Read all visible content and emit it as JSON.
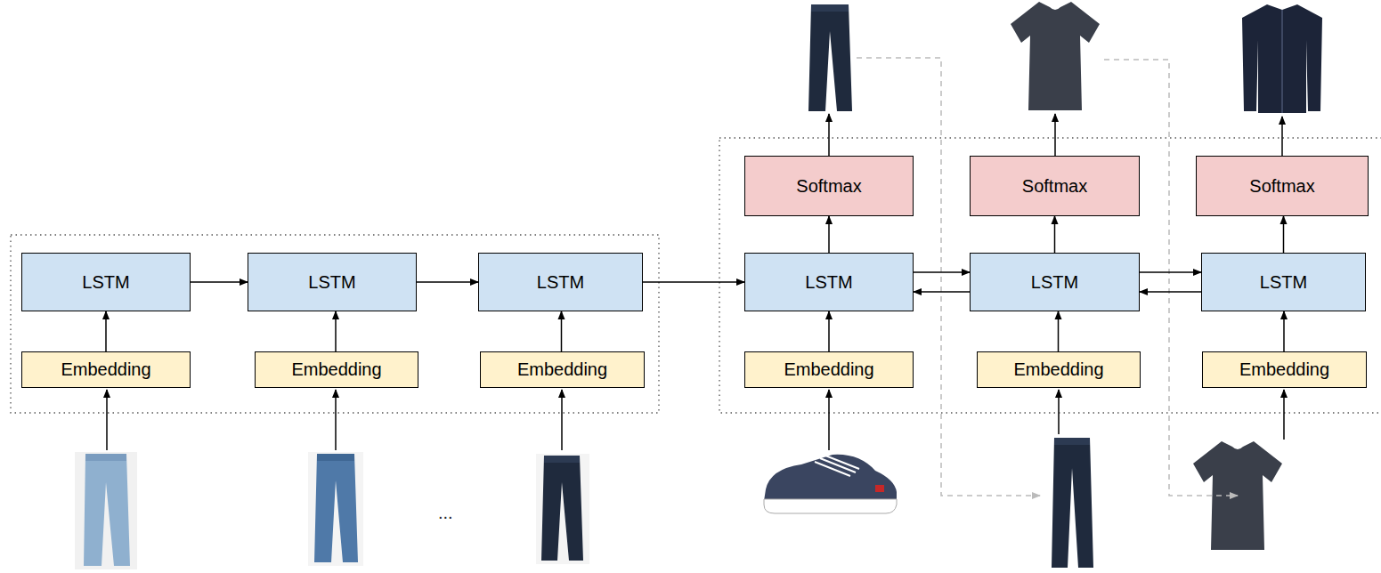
{
  "diagram": {
    "nodes": [
      {
        "text": [
          "Softmax"
        ]
      },
      {
        "text": [
          "Softmax"
        ]
      },
      {
        "text": [
          "Softmax"
        ]
      },
      {
        "text": [
          "LSTM"
        ]
      },
      {
        "text": [
          "LSTM"
        ]
      },
      {
        "text": [
          "LSTM"
        ]
      },
      {
        "text": [
          "LSTM"
        ]
      },
      {
        "text": [
          "LSTM"
        ]
      },
      {
        "text": [
          "LSTM"
        ]
      },
      {
        "text": [
          "Embedding"
        ]
      },
      {
        "text": [
          "Embedding"
        ]
      },
      {
        "text": [
          "Embedding"
        ]
      },
      {
        "text": [
          "Embedding"
        ]
      },
      {
        "text": [
          "Embedding"
        ]
      },
      {
        "text": [
          "Embedding"
        ]
      }
    ],
    "edges": [
      {
        "from": 9,
        "to": 3,
        "arrow": "to"
      },
      {
        "from": 10,
        "to": 4,
        "arrow": "to"
      },
      {
        "from": 11,
        "to": 5,
        "arrow": "to"
      },
      {
        "from": 12,
        "to": 6,
        "arrow": "to"
      },
      {
        "from": 13,
        "to": 7,
        "arrow": "to"
      },
      {
        "from": 14,
        "to": 8,
        "arrow": "to"
      },
      {
        "from": 3,
        "to": 4,
        "arrow": "to"
      },
      {
        "from": 4,
        "to": 5,
        "arrow": "to"
      },
      {
        "from": 5,
        "to": 6,
        "arrow": "to"
      },
      {
        "from": 6,
        "to": 7,
        "arrow": "to"
      },
      {
        "from": 7,
        "to": 6,
        "arrow": "to"
      },
      {
        "from": 7,
        "to": 8,
        "arrow": "to"
      },
      {
        "from": 8,
        "to": 7,
        "arrow": "to"
      },
      {
        "from": 6,
        "to": 0,
        "arrow": "to"
      },
      {
        "from": 7,
        "to": 1,
        "arrow": "to"
      },
      {
        "from": 8,
        "to": 2,
        "arrow": "to"
      }
    ],
    "labels": [
      "..."
    ]
  }
}
